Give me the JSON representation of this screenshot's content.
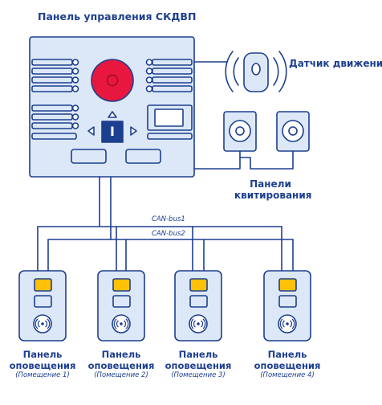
{
  "title": "Панель управления СКДВП",
  "motion_sensor_label": "Датчик движения",
  "ack_panels_label": [
    "Панели",
    "квитирования"
  ],
  "bus1_label": "CAN-bus1",
  "bus2_label": "CAN-bus2",
  "control_panel": {
    "center_button_label": "I",
    "colors": {
      "fill": "#dce8f7",
      "stroke": "#1d3f8f",
      "red_button": "#e8173f",
      "dark": "#1d3f8f"
    }
  },
  "notification_panels": [
    {
      "title_line1": "Панель",
      "title_line2": "оповещения",
      "room": "(Помещение 1)"
    },
    {
      "title_line1": "Панель",
      "title_line2": "оповещения",
      "room": "(Помещение 2)"
    },
    {
      "title_line1": "Панель",
      "title_line2": "оповещения",
      "room": "(Помещение 3)"
    },
    {
      "title_line1": "Панель",
      "title_line2": "оповещения",
      "room": "(Помещение 4)"
    }
  ],
  "indicator_color": "#ffc107",
  "icons": [
    "arrow-up-icon",
    "arrow-left-icon",
    "arrow-right-icon",
    "rfid-reader-icon",
    "motion-waves-icon"
  ]
}
